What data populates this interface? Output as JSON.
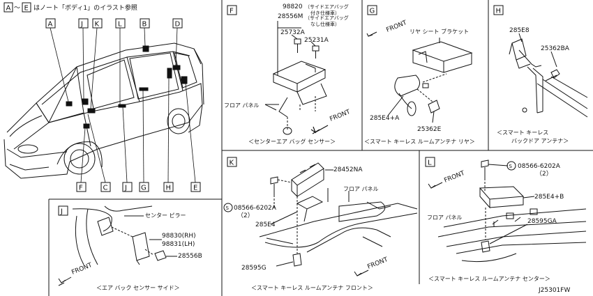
{
  "legend": {
    "range_a": "A",
    "range_e": "E",
    "note": "はノート「ボディ1」のイラスト参照"
  },
  "car_callouts": [
    "A",
    "J",
    "K",
    "L",
    "B",
    "D",
    "F",
    "C",
    "J",
    "G",
    "H",
    "E"
  ],
  "panel_f": {
    "letter": "F",
    "part1": "98820",
    "part1_note": "（サイドエアバッグ\n付き仕様車）",
    "part2": "28556M",
    "part2_note": "（サイドエアバッグ\nなし仕様車）",
    "part3": "25732A",
    "part4": "25231A",
    "floor": "フロア パネル",
    "front": "FRONT",
    "caption": "＜センターエア バッグ センサー＞"
  },
  "panel_g": {
    "letter": "G",
    "front": "FRONT",
    "bracket": "リヤ シート ブラケット",
    "part1": "285E4+A",
    "part2": "25362E",
    "caption": "＜スマート キーレス ルームアンテナ リヤ＞"
  },
  "panel_h": {
    "letter": "H",
    "part1": "285E8",
    "part2": "25362BA",
    "caption1": "＜スマート キーレス",
    "caption2": "バックドア アンテナ＞"
  },
  "panel_j": {
    "letter": "J",
    "pillar": "センター ピラー",
    "part1": "98830(RH)",
    "part2": "98831(LH)",
    "part3": "28556B",
    "front": "FRONT",
    "caption": "＜エア バック センサー サイド＞"
  },
  "panel_k": {
    "letter": "K",
    "part1": "28452NA",
    "part2": "08566-6202A",
    "qty": "（2）",
    "part3": "285E4",
    "part4": "28595G",
    "floor": "フロア パネル",
    "front": "FRONT",
    "caption": "＜スマート キーレス ルームアンテナ フロント＞"
  },
  "panel_l": {
    "letter": "L",
    "part1": "08566-6202A",
    "qty": "（2）",
    "part2": "285E4+B",
    "part3": "28595GA",
    "floor": "フロア パネル",
    "front": "FRONT",
    "caption": "＜スマート キーレス ルームアンテナ センター＞"
  },
  "ref_code": "J25301FW"
}
